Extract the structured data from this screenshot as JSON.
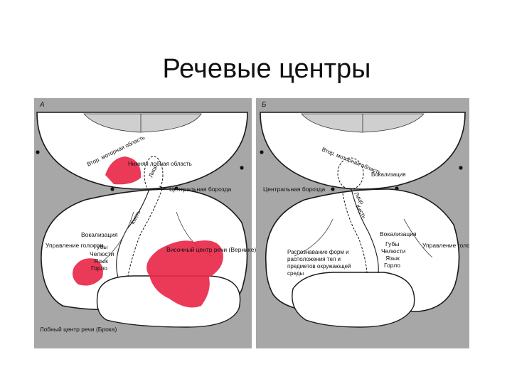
{
  "title": "Речевые центры",
  "colors": {
    "panel_bg": "#a7a7a7",
    "brain_fill": "#ffffff",
    "outline": "#1a1a1a",
    "speech_area": "#e8294a"
  },
  "panel_a": {
    "letter": "А",
    "labels": {
      "secondary_motor": "Втор. моторная область",
      "lower_frontal": "Нижняя лобная область",
      "face": "Лицо",
      "hand": "Кисть",
      "central_sulcus": "Центральная борозда",
      "vocalization": "Вокализация",
      "voice_control": "Управление голосом",
      "lips": "Губы",
      "jaws": "Челюсти",
      "tongue": "Язык",
      "throat": "Горло",
      "wernicke": "Височный центр речи (Вернике)",
      "broca": "Лобный центр речи (Брока)"
    }
  },
  "panel_b": {
    "letter": "Б",
    "labels": {
      "secondary_motor": "Втор. моторная область",
      "vocalization_top": "Вокализация",
      "central_sulcus": "Центральная борозда",
      "face": "Лицо",
      "hand": "Кисть",
      "vocalization": "Вокализация",
      "lips": "Губы",
      "jaws": "Челюсти",
      "tongue": "Язык",
      "throat": "Горло",
      "voice_control": "Управление голосом",
      "recognition": "Распознавание форм и расположения тел и предметов окружающей среды"
    }
  }
}
